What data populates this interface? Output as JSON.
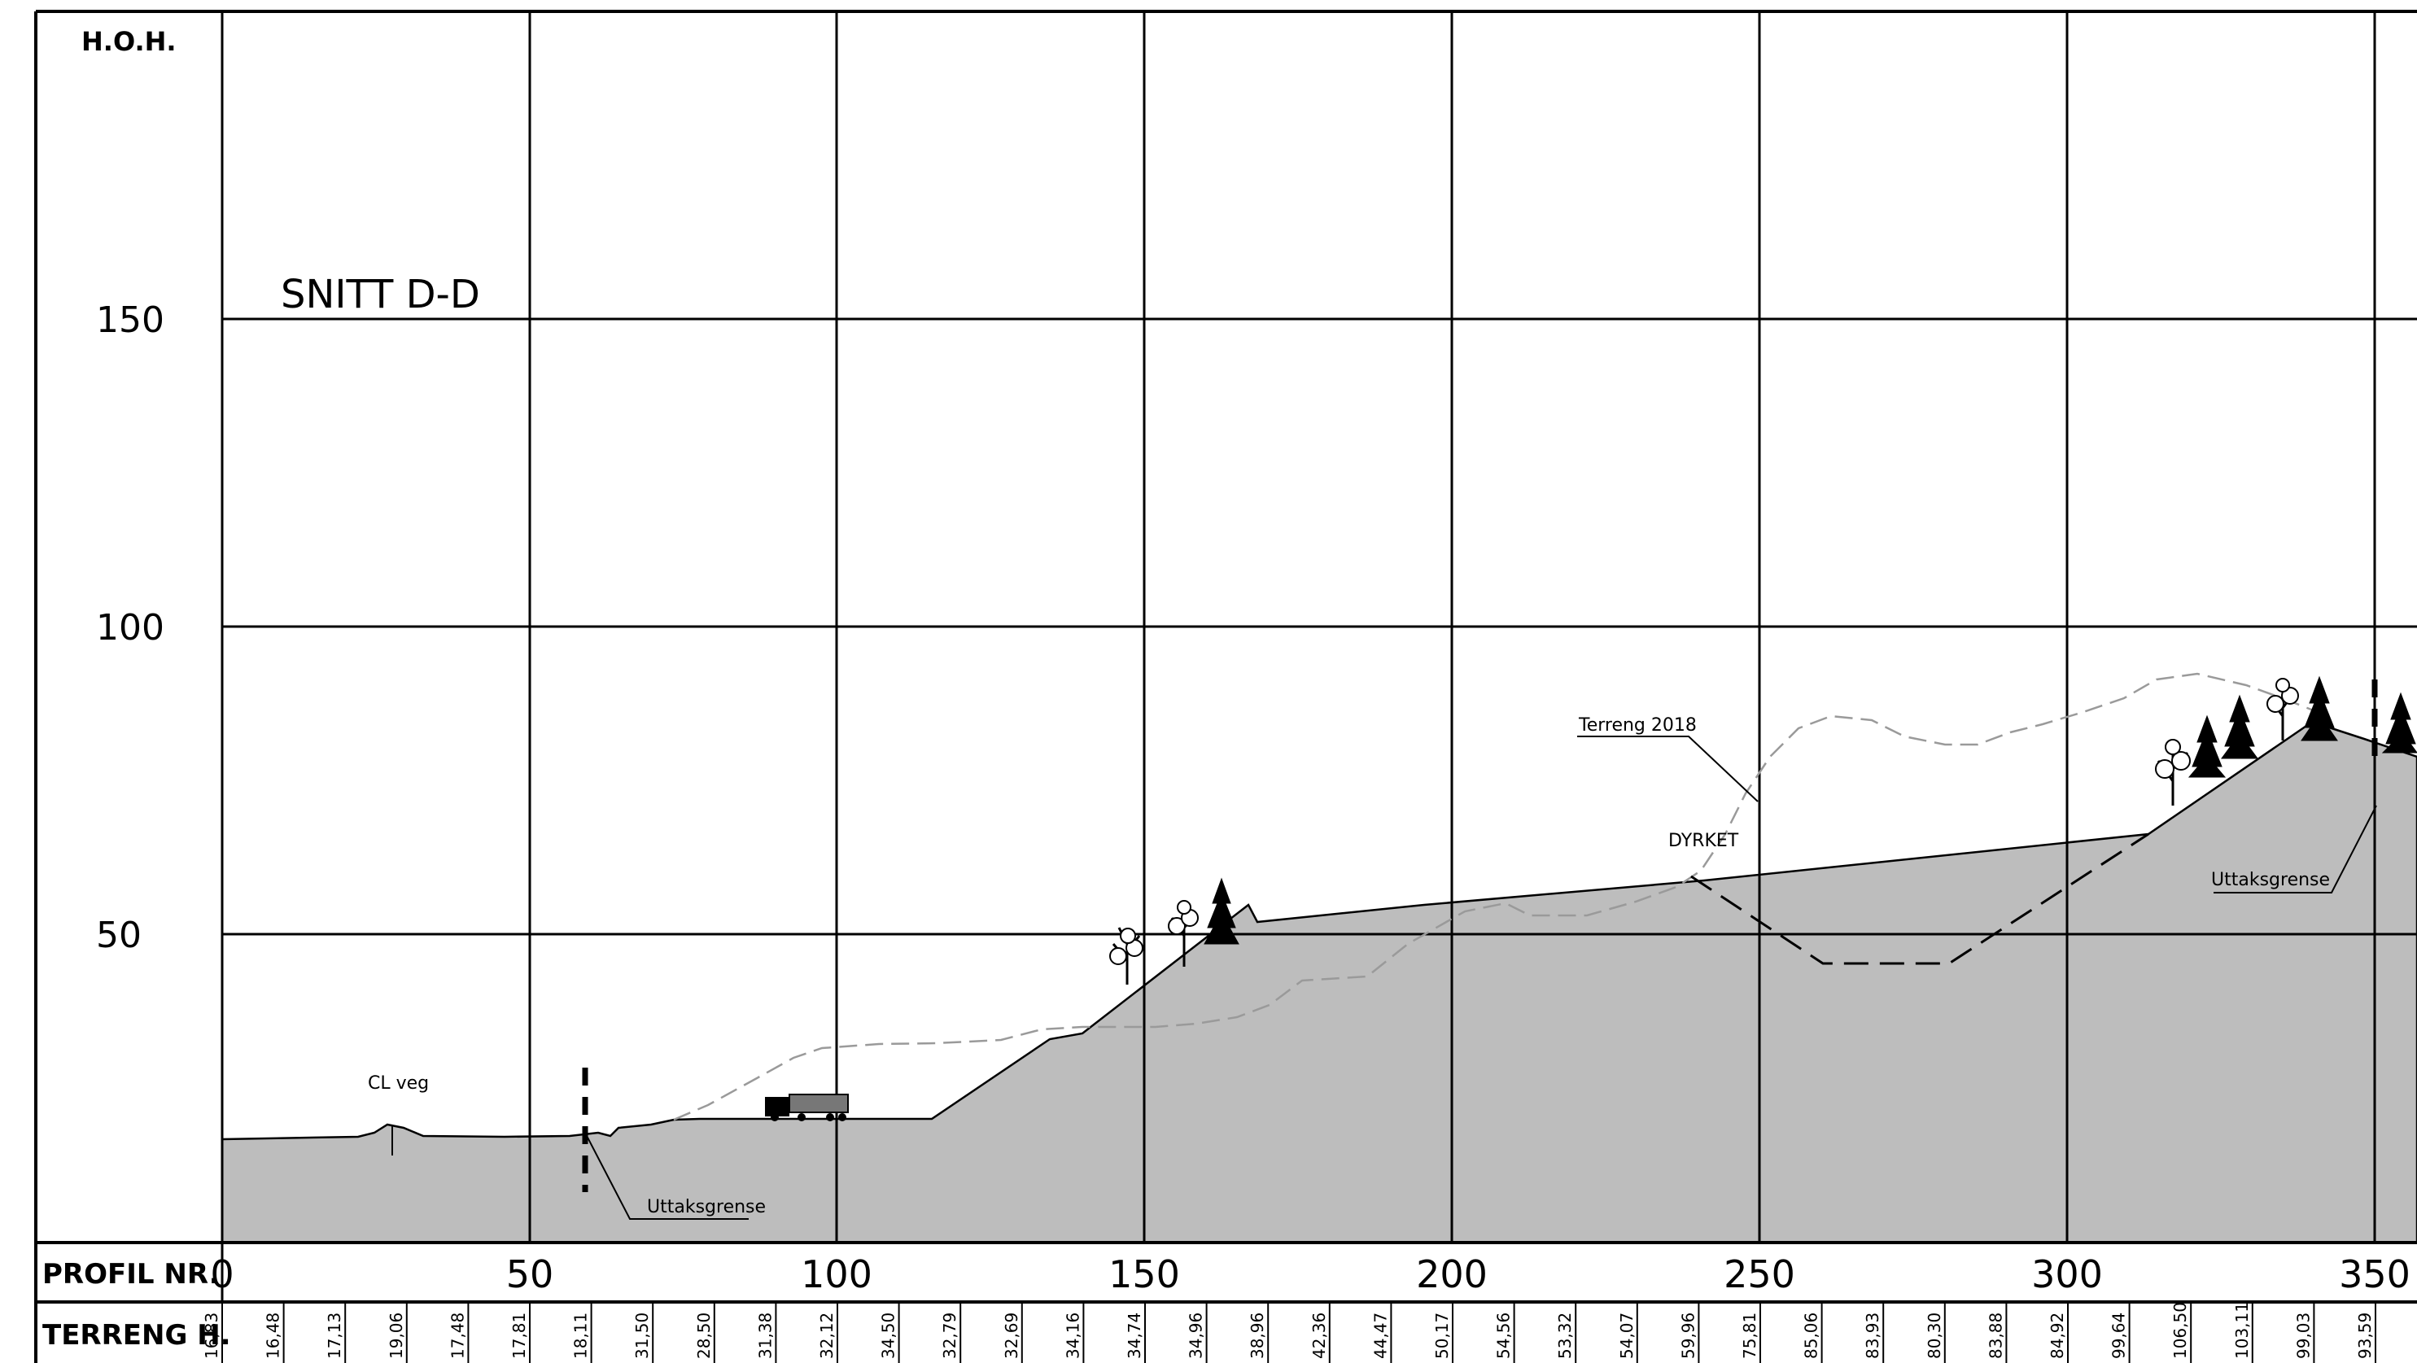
{
  "drawing": {
    "vertical_unit_label": "H.O.H.",
    "section_title": "SNITT D-D",
    "elevation_ticks": [
      "150",
      "100",
      "50"
    ],
    "row_label_profile": "PROFIL NR.",
    "row_label_terrain": "TERRENG H.",
    "profile_numbers": [
      "0",
      "50",
      "100",
      "150",
      "200",
      "250",
      "300",
      "350"
    ],
    "terrain_heights": [
      "16,83",
      "16,48",
      "17,13",
      "19,06",
      "17,48",
      "17,81",
      "18,11",
      "31,50",
      "28,50",
      "31,38",
      "32,12",
      "34,50",
      "32,79",
      "32,69",
      "34,16",
      "34,74",
      "34,96",
      "38,96",
      "42,36",
      "44,47",
      "50,17",
      "54,56",
      "53,32",
      "54,07",
      "59,96",
      "75,81",
      "85,06",
      "83,93",
      "80,30",
      "83,88",
      "84,92",
      "99,64",
      "106,50",
      "103,11",
      "99,03",
      "93,59"
    ],
    "annotations": {
      "cl_veg": "CL veg",
      "uttaksgrense_left": "Uttaksgrense",
      "uttaksgrense_right": "Uttaksgrense",
      "terreng_2018": "Terreng 2018",
      "dyrket": "DYRKET"
    },
    "colors": {
      "ground_fill": "#bdbdbd",
      "line": "#000000",
      "terrain_2018_line": "#9a9a9a"
    }
  }
}
